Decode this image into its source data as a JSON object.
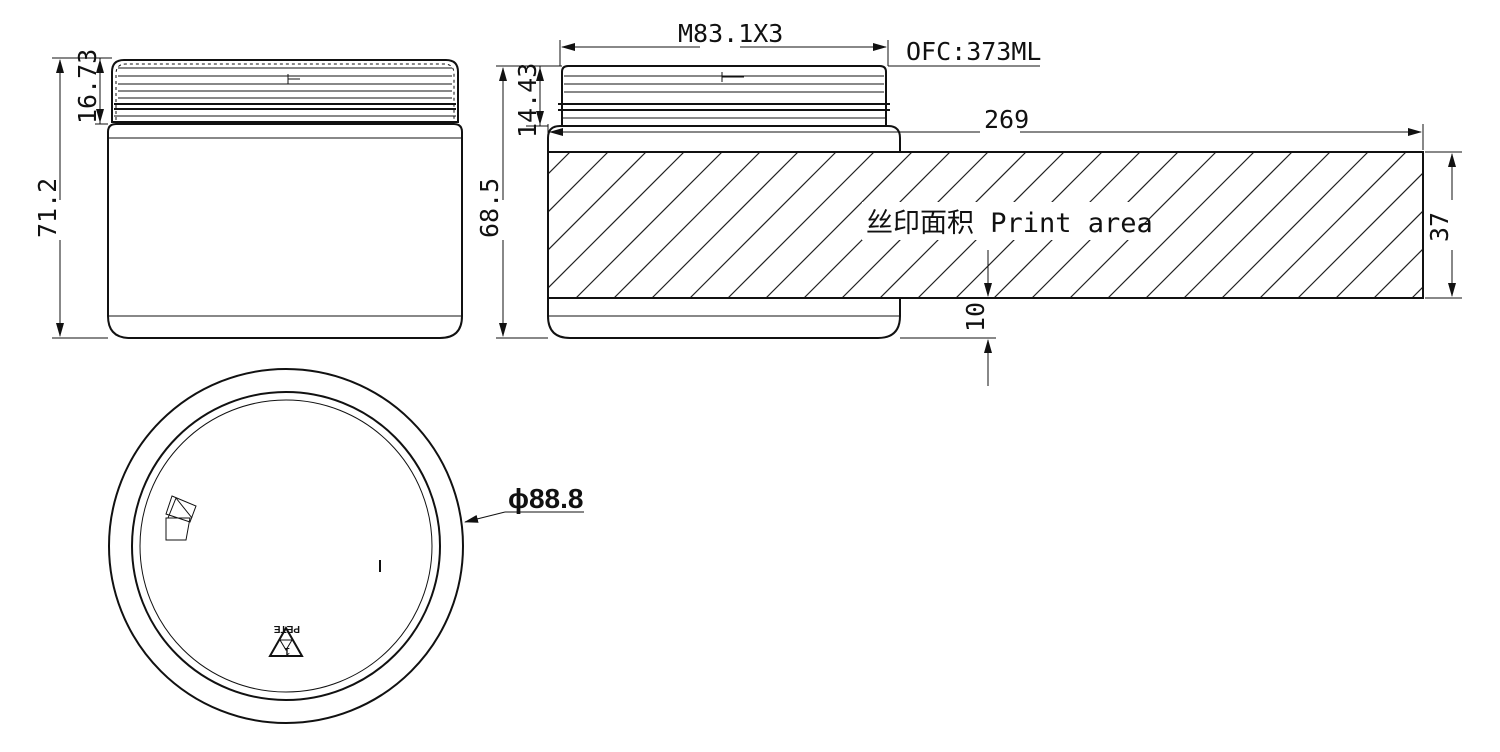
{
  "dimensions": {
    "cap_height": "16.73",
    "total_height": "71.2",
    "neck_height": "14.43",
    "body_height": "68.5",
    "thread_spec": "M83.1X3",
    "capacity": "OFC:373ML",
    "print_width": "269",
    "print_height": "37",
    "print_offset": "10",
    "diameter": "ϕ88.8"
  },
  "labels": {
    "print_area": "丝印面积 Print area",
    "recycle_code": "PETE",
    "recycle_number": "1"
  },
  "colors": {
    "line": "#111111",
    "background": "#ffffff"
  }
}
